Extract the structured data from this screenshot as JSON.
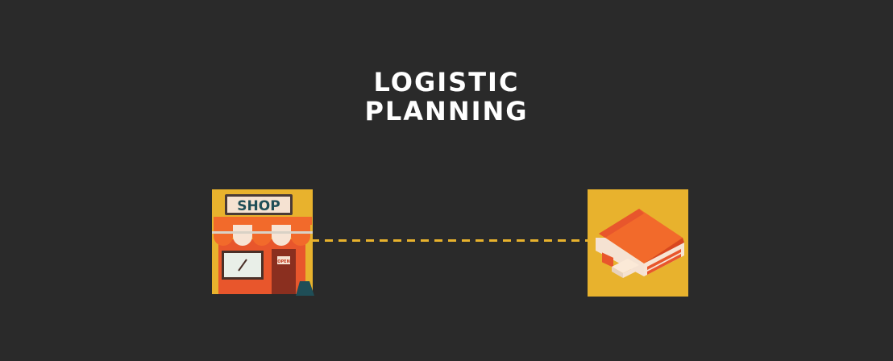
{
  "title": {
    "line1": "LOGISTIC",
    "line2": "PLANNING"
  },
  "shop": {
    "sign_text": "SHOP",
    "door_sign": "OPEN",
    "icon": "shop-icon"
  },
  "warehouse": {
    "icon": "warehouse-icon"
  },
  "connector": {
    "style": "dashed"
  },
  "colors": {
    "background": "#2a2a2a",
    "tile": "#e8b22d",
    "accent": "#f26a2b",
    "text": "#ffffff"
  }
}
